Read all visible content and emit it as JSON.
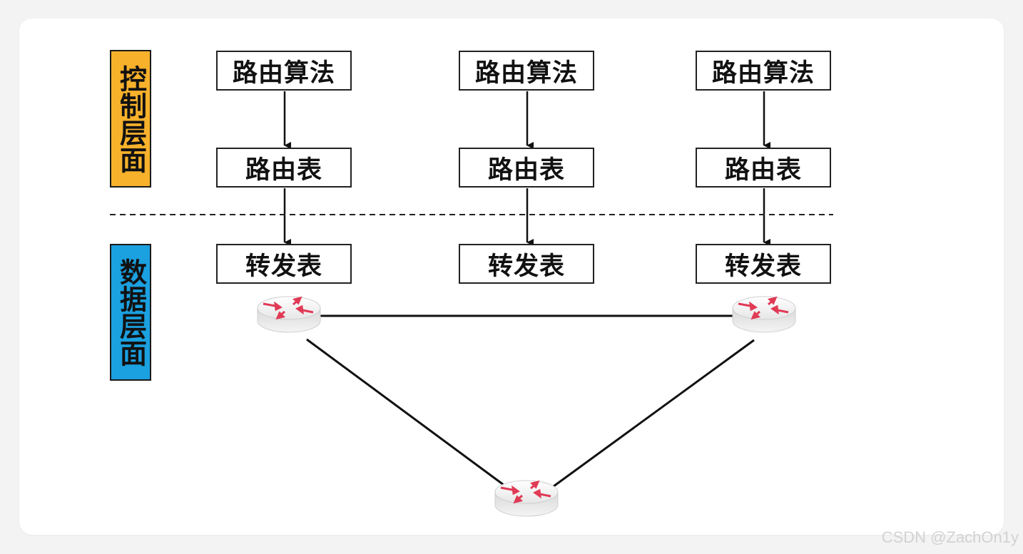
{
  "planes": {
    "control": {
      "label": "控制层面",
      "color": "#f7b12b"
    },
    "data": {
      "label": "数据层面",
      "color": "#1ba0e0"
    }
  },
  "columns": [
    {
      "algorithm": "路由算法",
      "routing_table": "路由表",
      "forwarding_table": "转发表"
    },
    {
      "algorithm": "路由算法",
      "routing_table": "路由表",
      "forwarding_table": "转发表"
    },
    {
      "algorithm": "路由算法",
      "routing_table": "路由表",
      "forwarding_table": "转发表"
    }
  ],
  "routers": [
    {
      "icon": "router-icon"
    },
    {
      "icon": "router-icon"
    },
    {
      "icon": "router-icon"
    }
  ],
  "colors": {
    "arrow": "#e03a55",
    "router_body": "#e9e9e9",
    "link": "#111111"
  },
  "watermark": "CSDN @ZachOn1y"
}
